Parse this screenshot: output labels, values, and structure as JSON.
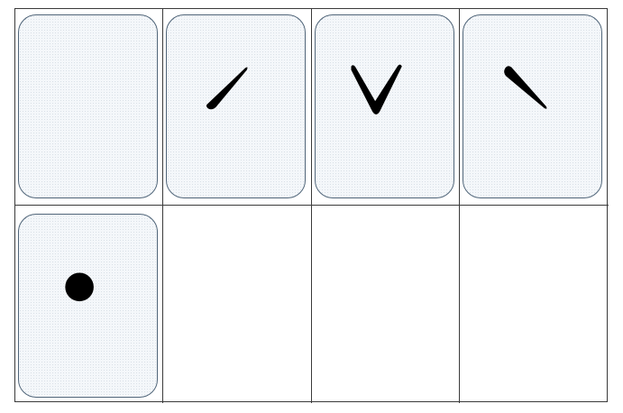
{
  "grid": {
    "rows": 2,
    "columns": 4
  },
  "cards": [
    {
      "symbol": "blank"
    },
    {
      "symbol": "rising-stroke"
    },
    {
      "symbol": "v-stroke"
    },
    {
      "symbol": "falling-stroke"
    },
    {
      "symbol": "dot"
    }
  ],
  "colors": {
    "card_border": "#4f6478",
    "card_fill": "#f4f7fa",
    "symbol": "#000000",
    "grid_line": "#3a3a3a"
  }
}
